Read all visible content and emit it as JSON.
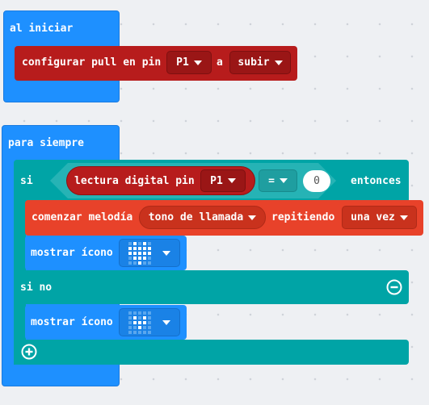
{
  "on_start": {
    "label": "al iniciar",
    "pull_block": {
      "label": "configurar pull en pin",
      "pin": "P1",
      "connector": "a",
      "mode": "subir"
    }
  },
  "forever": {
    "label": "para siempre",
    "if_block": {
      "if_label": "si",
      "condition": {
        "label": "lectura digital pin",
        "pin": "P1",
        "operator": "=",
        "value": "0"
      },
      "then_label": "entonces",
      "melody_block": {
        "label": "comenzar melodía",
        "melody": "tono de llamada",
        "repeat_label": "repitiendo",
        "repeat": "una vez"
      },
      "show_icon_then": {
        "label": "mostrar ícono",
        "icon": "heart-icon"
      },
      "else_label": "si no",
      "show_icon_else": {
        "label": "mostrar ícono",
        "icon": "small-heart-icon"
      }
    }
  },
  "colors": {
    "basic_blue": "#1e90ff",
    "pins_red": "#b71c1c",
    "logic_teal": "#00a4a6",
    "music_orange": "#e8422a"
  }
}
